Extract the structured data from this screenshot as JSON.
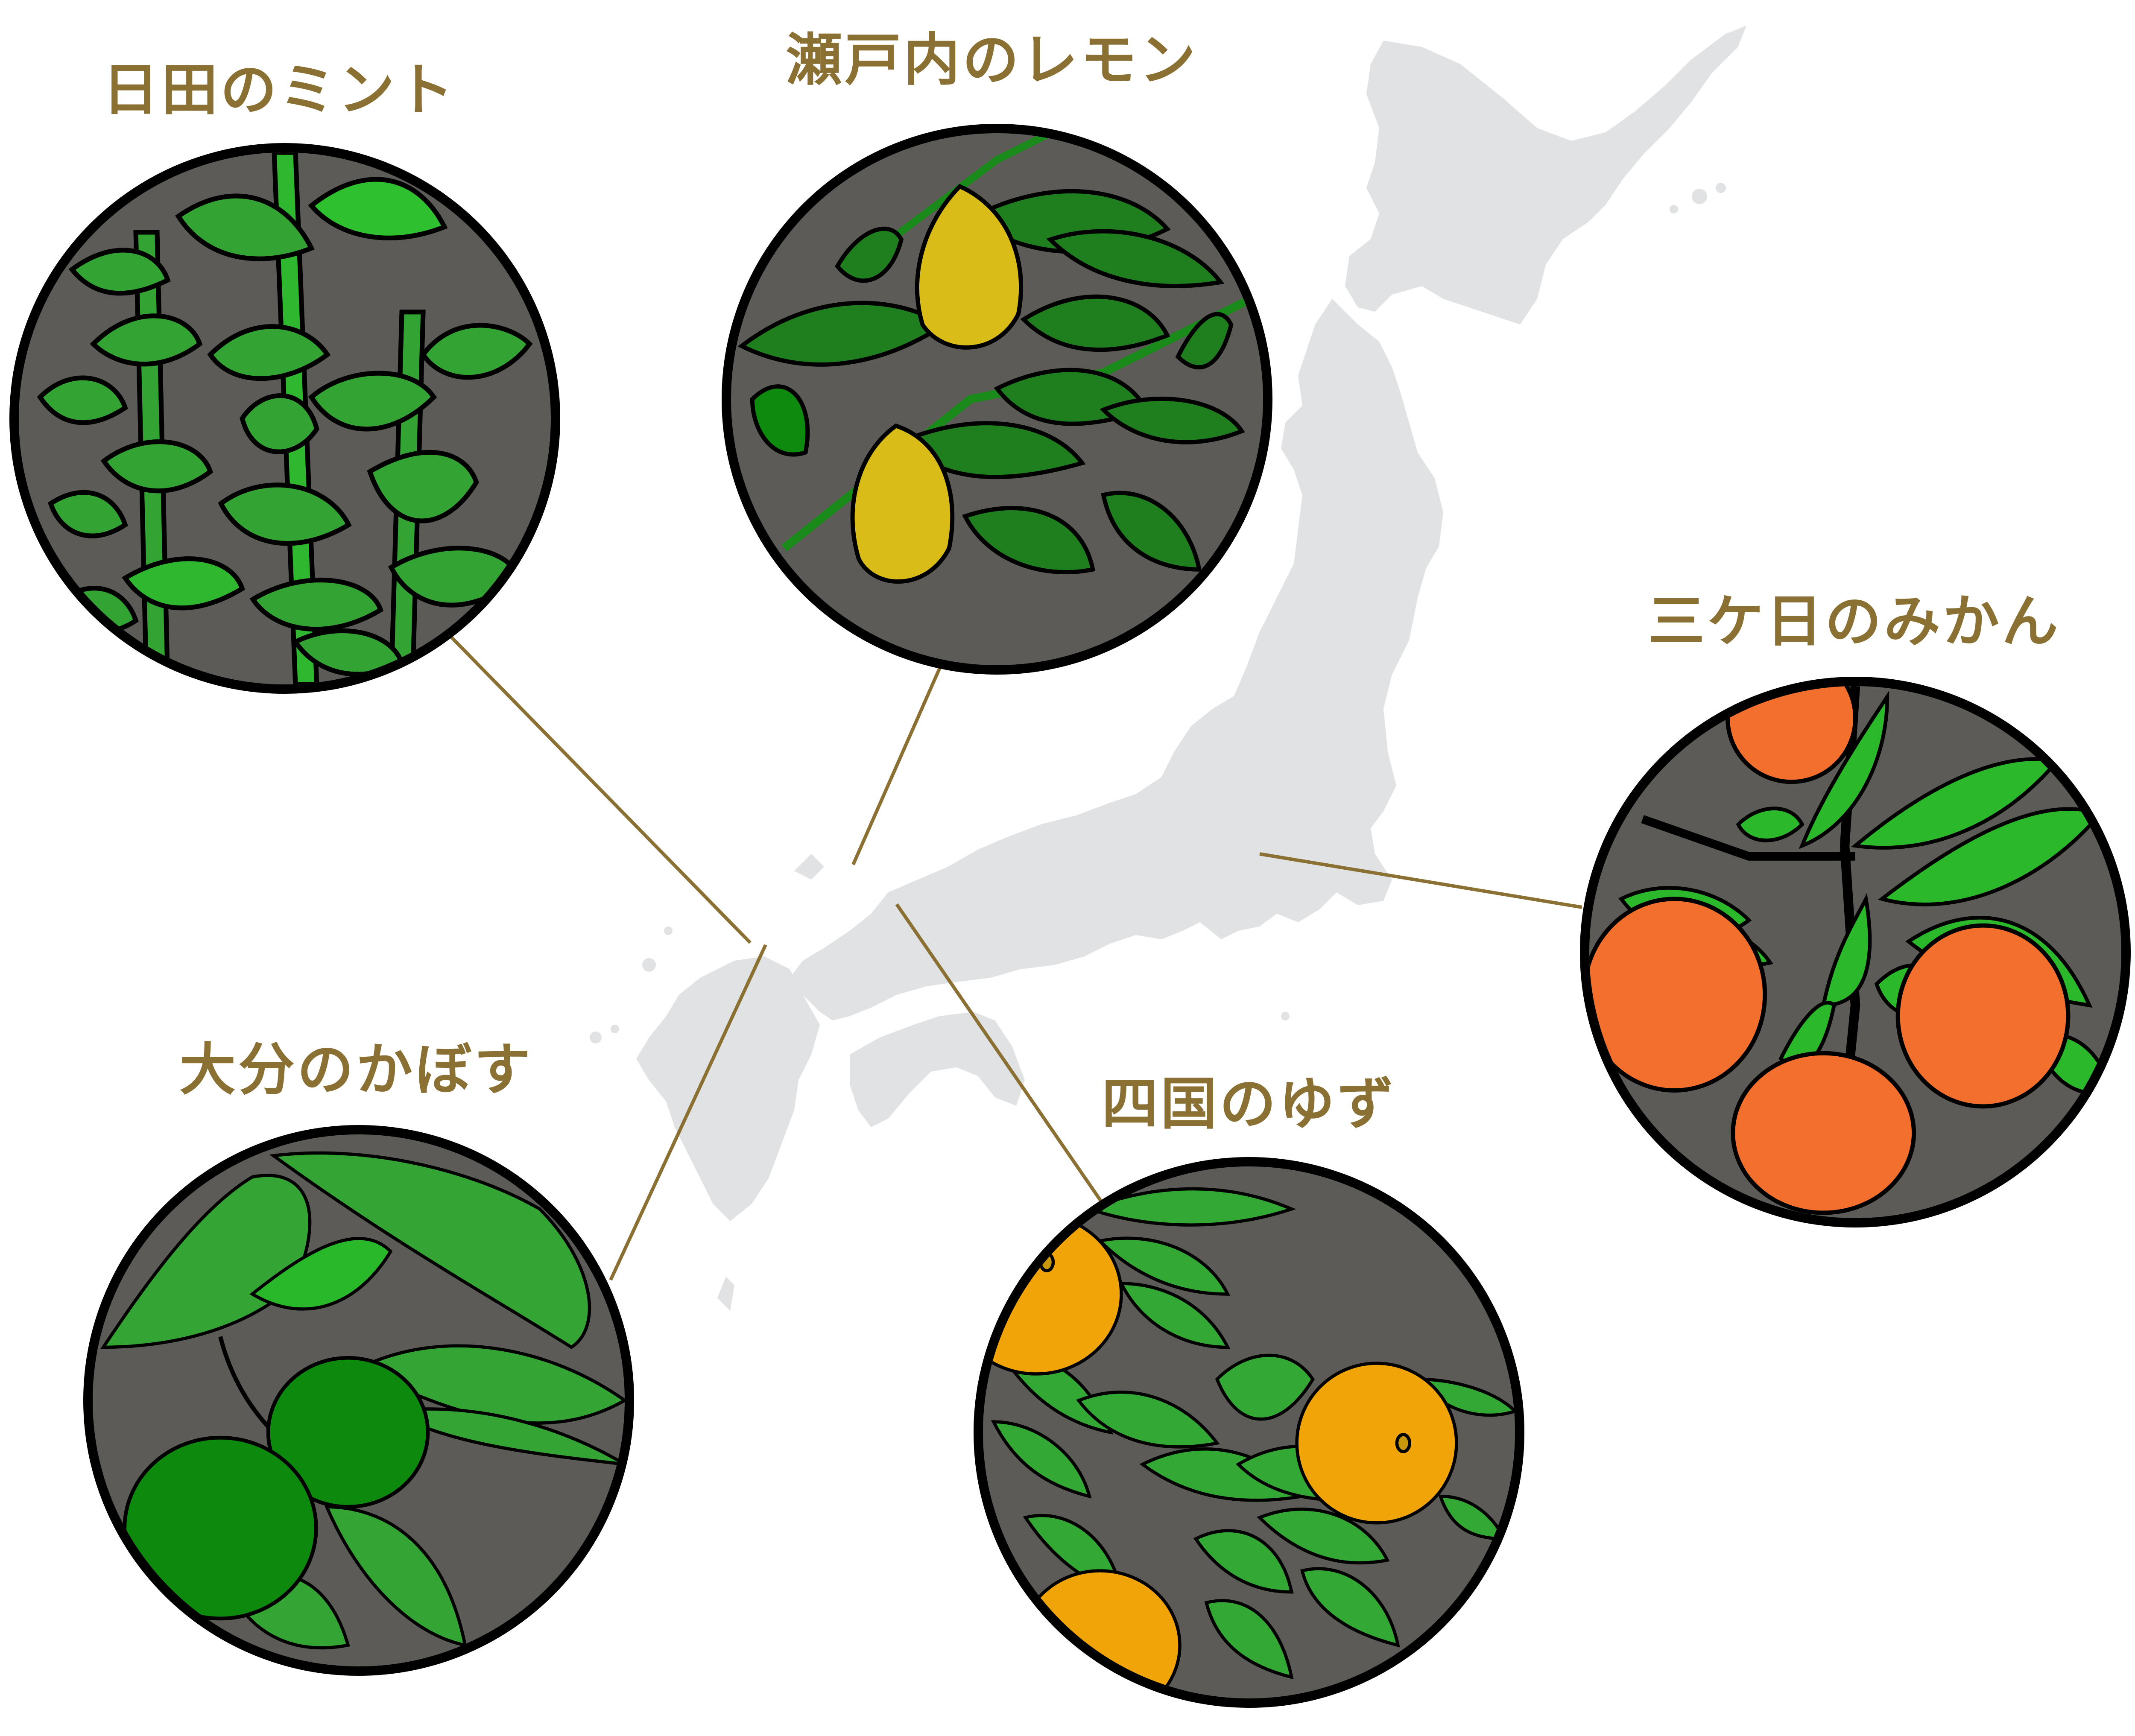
{
  "colors": {
    "label_gold": "#8a7033",
    "connector_gold": "#8a7033",
    "map_gray": "#e1e2e3",
    "badge_background": "#5d5b57",
    "badge_border": "#000000",
    "mint_leaf": "#33a333",
    "lemon_yellow": "#d9bc17",
    "lemon_leaf": "#1f7f1f",
    "mikan_orange": "#f26f2e",
    "mikan_leaf": "#2bb82b",
    "kabosu_fruit": "#0d8a0d",
    "kabosu_leaf": "#34a534",
    "yuzu_yellow": "#f0a408",
    "yuzu_leaf": "#34a834"
  },
  "regions": [
    {
      "id": "mint",
      "label": "日田のミント",
      "fruit": "mint-icon"
    },
    {
      "id": "lemon",
      "label": "瀬戸内のレモン",
      "fruit": "lemon-icon"
    },
    {
      "id": "mikan",
      "label": "三ケ日のみかん",
      "fruit": "mikan-icon"
    },
    {
      "id": "kabosu",
      "label": "大分のかぼす",
      "fruit": "kabosu-icon"
    },
    {
      "id": "yuzu",
      "label": "四国のゆず",
      "fruit": "yuzu-icon"
    }
  ]
}
